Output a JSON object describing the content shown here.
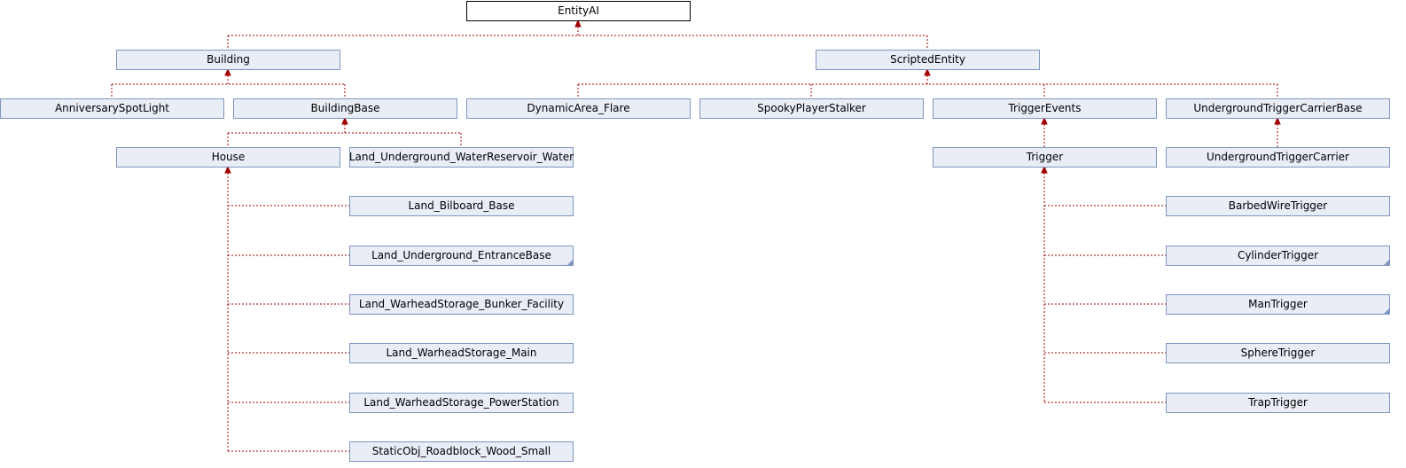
{
  "diagram": {
    "type": "class-inheritance",
    "colors": {
      "node_fill": "#e8edf6",
      "node_border": "#7f96c0",
      "root_fill": "#ffffff",
      "edge": "#a00000"
    },
    "nodes": [
      {
        "id": "EntityAI",
        "label": "EntityAI",
        "root": true
      },
      {
        "id": "Building",
        "label": "Building"
      },
      {
        "id": "ScriptedEntity",
        "label": "ScriptedEntity"
      },
      {
        "id": "AnniversarySpotLight",
        "label": "AnniversarySpotLight"
      },
      {
        "id": "BuildingBase",
        "label": "BuildingBase"
      },
      {
        "id": "DynamicArea_Flare",
        "label": "DynamicArea_Flare"
      },
      {
        "id": "SpookyPlayerStalker",
        "label": "SpookyPlayerStalker"
      },
      {
        "id": "TriggerEvents",
        "label": "TriggerEvents"
      },
      {
        "id": "UndergroundTriggerCarrierBase",
        "label": "UndergroundTriggerCarrierBase"
      },
      {
        "id": "House",
        "label": "House"
      },
      {
        "id": "Land_Underground_WaterReservoir_Water",
        "label": "Land_Underground_WaterReservoir_Water"
      },
      {
        "id": "Trigger",
        "label": "Trigger"
      },
      {
        "id": "UndergroundTriggerCarrier",
        "label": "UndergroundTriggerCarrier"
      },
      {
        "id": "Land_Bilboard_Base",
        "label": "Land_Bilboard_Base"
      },
      {
        "id": "Land_Underground_EntranceBase",
        "label": "Land_Underground_EntranceBase",
        "has_children": true
      },
      {
        "id": "Land_WarheadStorage_Bunker_Facility",
        "label": "Land_WarheadStorage_Bunker_Facility"
      },
      {
        "id": "Land_WarheadStorage_Main",
        "label": "Land_WarheadStorage_Main"
      },
      {
        "id": "Land_WarheadStorage_PowerStation",
        "label": "Land_WarheadStorage_PowerStation"
      },
      {
        "id": "StaticObj_Roadblock_Wood_Small",
        "label": "StaticObj_Roadblock_Wood_Small"
      },
      {
        "id": "BarbedWireTrigger",
        "label": "BarbedWireTrigger"
      },
      {
        "id": "CylinderTrigger",
        "label": "CylinderTrigger",
        "has_children": true
      },
      {
        "id": "ManTrigger",
        "label": "ManTrigger",
        "has_children": true
      },
      {
        "id": "SphereTrigger",
        "label": "SphereTrigger"
      },
      {
        "id": "TrapTrigger",
        "label": "TrapTrigger"
      }
    ],
    "edges": [
      {
        "from": "Building",
        "to": "EntityAI"
      },
      {
        "from": "ScriptedEntity",
        "to": "EntityAI"
      },
      {
        "from": "AnniversarySpotLight",
        "to": "Building"
      },
      {
        "from": "BuildingBase",
        "to": "Building"
      },
      {
        "from": "DynamicArea_Flare",
        "to": "ScriptedEntity"
      },
      {
        "from": "SpookyPlayerStalker",
        "to": "ScriptedEntity"
      },
      {
        "from": "TriggerEvents",
        "to": "ScriptedEntity"
      },
      {
        "from": "UndergroundTriggerCarrierBase",
        "to": "ScriptedEntity"
      },
      {
        "from": "House",
        "to": "BuildingBase"
      },
      {
        "from": "Land_Underground_WaterReservoir_Water",
        "to": "BuildingBase"
      },
      {
        "from": "Trigger",
        "to": "TriggerEvents"
      },
      {
        "from": "UndergroundTriggerCarrier",
        "to": "UndergroundTriggerCarrierBase"
      },
      {
        "from": "Land_Bilboard_Base",
        "to": "House"
      },
      {
        "from": "Land_Underground_EntranceBase",
        "to": "House"
      },
      {
        "from": "Land_WarheadStorage_Bunker_Facility",
        "to": "House"
      },
      {
        "from": "Land_WarheadStorage_Main",
        "to": "House"
      },
      {
        "from": "Land_WarheadStorage_PowerStation",
        "to": "House"
      },
      {
        "from": "StaticObj_Roadblock_Wood_Small",
        "to": "House"
      },
      {
        "from": "BarbedWireTrigger",
        "to": "Trigger"
      },
      {
        "from": "CylinderTrigger",
        "to": "Trigger"
      },
      {
        "from": "ManTrigger",
        "to": "Trigger"
      },
      {
        "from": "SphereTrigger",
        "to": "Trigger"
      },
      {
        "from": "TrapTrigger",
        "to": "Trigger"
      }
    ]
  }
}
